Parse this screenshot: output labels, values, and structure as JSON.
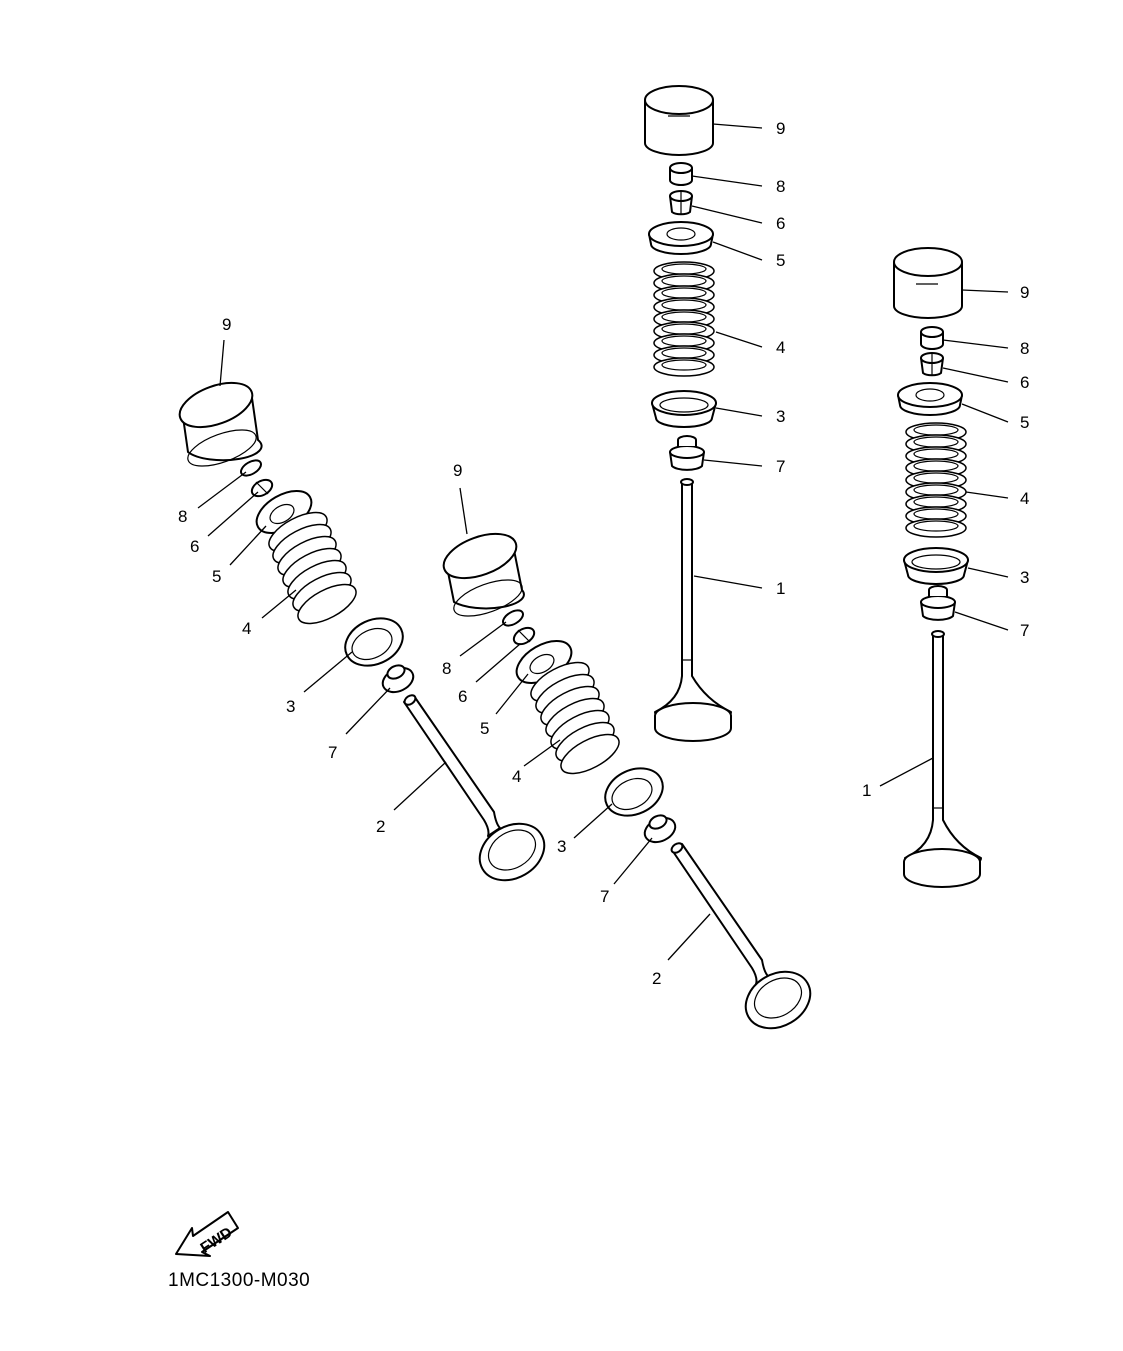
{
  "diagram": {
    "document_code": "1MC1300-M030",
    "fwd_label": "FWD",
    "callouts": {
      "c1": "9",
      "c2": "8",
      "c3": "6",
      "c4": "5",
      "c5": "4",
      "c6": "3",
      "c7": "7",
      "c8": "1",
      "c9": "9",
      "c10": "8",
      "c11": "6",
      "c12": "5",
      "c13": "4",
      "c14": "3",
      "c15": "7",
      "c16": "1",
      "c17": "9",
      "c18": "8",
      "c19": "6",
      "c20": "5",
      "c21": "4",
      "c22": "3",
      "c23": "7",
      "c24": "2",
      "c25": "9",
      "c26": "8",
      "c27": "6",
      "c28": "5",
      "c29": "4",
      "c30": "3",
      "c31": "7",
      "c32": "2"
    }
  }
}
